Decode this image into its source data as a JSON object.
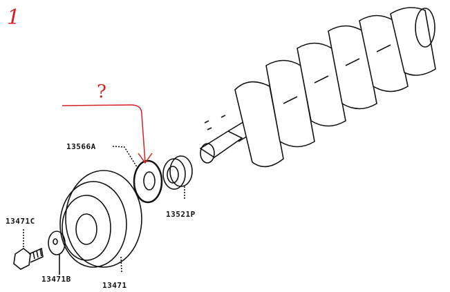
{
  "annotations": {
    "figure_number": "1",
    "question_mark": "?",
    "accent_color": "#d42020"
  },
  "parts": {
    "crankshaft_washer": "13566A",
    "crankshaft_gear": "13521P",
    "bolt": "13471C",
    "plate_washer": "13471B",
    "pulley": "13471"
  }
}
